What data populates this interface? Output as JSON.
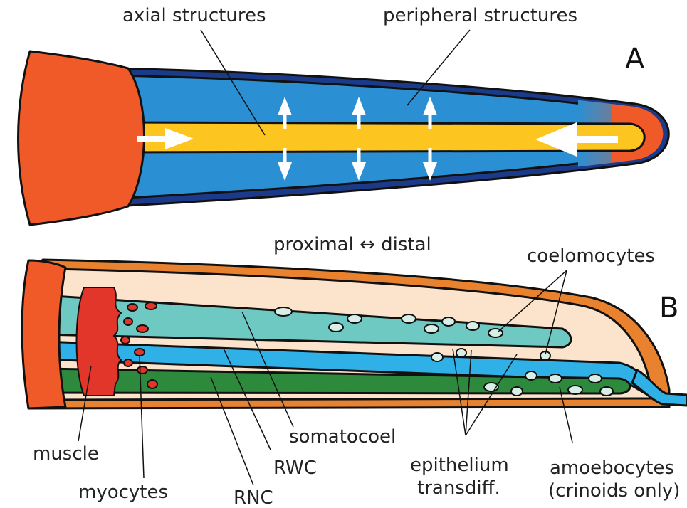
{
  "colors": {
    "orange_red": "#f05a28",
    "blue": "#2b8fd3",
    "dark_blue": "#1b3a8a",
    "yellow": "#fdc520",
    "orange": "#e8822f",
    "peach": "#fbe3cc",
    "teal": "#6fc9c3",
    "light_blue": "#2fb1e8",
    "green": "#2d8a3c",
    "muscle_red": "#e2362a",
    "cell": "#d7efe6",
    "white": "#ffffff"
  },
  "panel_a": {
    "letter": "A",
    "label_axial": "axial structures",
    "label_peripheral": "peripheral structures"
  },
  "axis_label": "proximal ↔ distal",
  "panel_b": {
    "letter": "B",
    "label_coelomocytes": "coelomocytes",
    "label_muscle": "muscle",
    "label_myocytes": "myocytes",
    "label_somatocoel": "somatocoel",
    "label_rwc": "RWC",
    "label_rnc": "RNC",
    "label_epithelium_1": "epithelium",
    "label_epithelium_2": "transdiff.",
    "label_amoebocytes_1": "amoebocytes",
    "label_amoebocytes_2": "(crinoids only)"
  }
}
